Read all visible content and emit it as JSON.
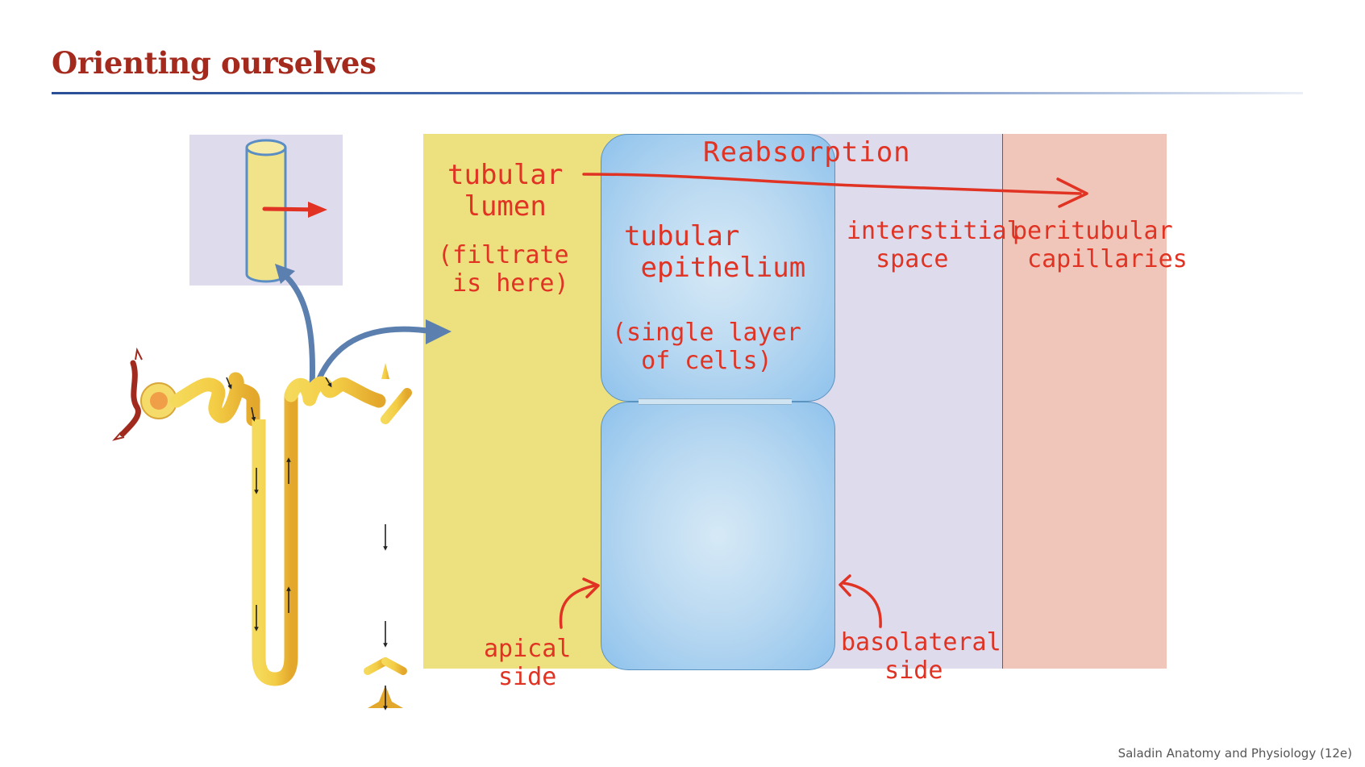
{
  "slide": {
    "title": "Orienting ourselves",
    "credit": "Saladin Anatomy and Physiology (12e)"
  },
  "annotations": {
    "tubular_lumen": "tubular\n lumen",
    "filtrate": "(filtrate\n is here)",
    "tubular_epithelium": "tubular\n epithelium",
    "single_layer": "(single layer\n  of cells)",
    "reabsorption": "Reabsorption",
    "interstitial_space": "interstitial\n  space",
    "peritubular_capillaries": "peritubular\n capillaries",
    "apical_side": "apical\n side",
    "basolateral_side": "basolateral\n   side"
  },
  "colors": {
    "title": "#a42a1e",
    "annotation": "#e03323",
    "lumen": "#ede07e",
    "interstitial": "#dedbed",
    "capillary": "#f0c6ba",
    "cell": "#b8d8f1",
    "callout_arrow": "#5b7fae",
    "nephron": "#e8b83b"
  },
  "icons": {
    "callout": "curved-arrow",
    "flow": "red-arrow",
    "tubule": "cylinder"
  }
}
